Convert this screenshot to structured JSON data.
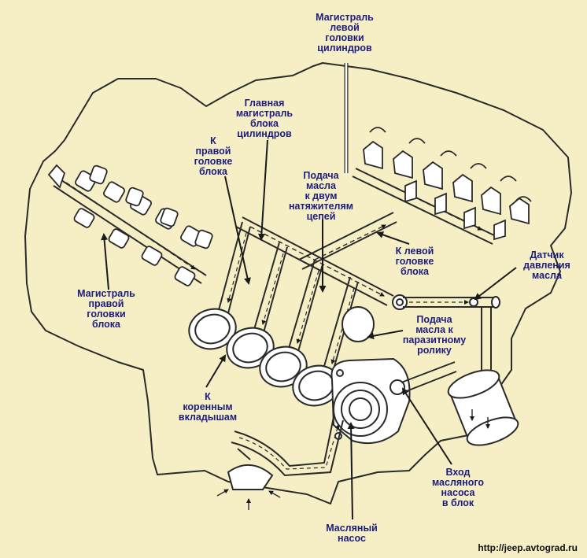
{
  "colors": {
    "background": "#f6efc6",
    "label_text": "#1c1c7c",
    "line": "#2a2a2a",
    "part_fill": "#ffffff"
  },
  "labels": {
    "left_head_gallery": "Магистраль\nлевой\nголовки\nцилиндров",
    "main_gallery": "Главная\nмагистраль\nблока\nцилиндров",
    "to_right_head": "К\nправой\nголовке\nблока",
    "tensioner_feed": "Подача\nмасла\nк двум\nнатяжителям\nцепей",
    "to_left_head": "К левой\nголовке\nблока",
    "right_head_gallery": "Магистраль\nправой\nголовки\nблока",
    "pressure_sensor": "Датчик\nдавления\nмасла",
    "idler_feed": "Подача\nмасла к\nпаразитному\nролику",
    "to_main_bearings": "К\nкоренным\nвкладышам",
    "pump_inlet": "Вход\nмасляного\nнасоса\nв блок",
    "oil_pump": "Масляный\nнасос"
  },
  "footer": {
    "url": "http://jeep.avtograd.ru"
  }
}
